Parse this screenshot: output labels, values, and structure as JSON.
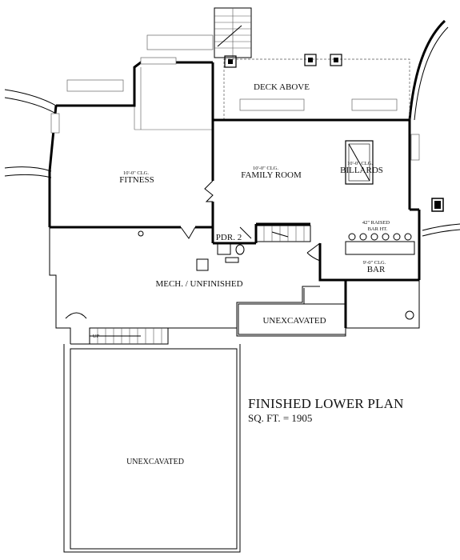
{
  "plan": {
    "title": "FINISHED LOWER PLAN",
    "subtitle": "SQ. FT. = 1905"
  },
  "rooms": {
    "deck": "DECK ABOVE",
    "fitness_clg": "10'-0\" CLG.",
    "fitness": "FITNESS",
    "family_clg": "10'-0\" CLG.",
    "family": "FAMILY ROOM",
    "billiards_clg": "10'-0\" CLG.",
    "billiards": "BILLARDS",
    "bar_raised_1": "42\" RAISED",
    "bar_raised_2": "BAR HT.",
    "bar_clg": "9'-0\" CLG.",
    "bar": "BAR",
    "pdr": "PDR. 2",
    "mech": "MECH. / UNFINISHED",
    "unexcavated_upper": "UNEXCAVATED",
    "unexcavated_lower": "UNEXCAVATED",
    "stair_up": "UP"
  }
}
